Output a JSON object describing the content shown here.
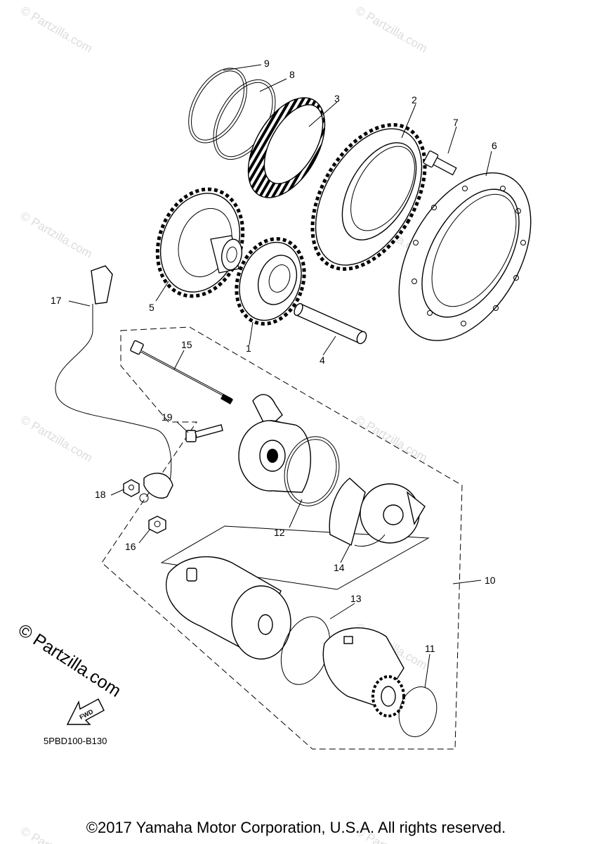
{
  "watermark": "© Partzilla.com",
  "brand_mark": "© Partzilla.com",
  "fwd_label": "FWD",
  "diagram_code": "5PBD100-B130",
  "copyright": "©2017 Yamaha Motor Corporation, U.S.A. All rights reserved.",
  "callouts": [
    "1",
    "2",
    "3",
    "4",
    "5",
    "6",
    "7",
    "8",
    "9",
    "10",
    "11",
    "12",
    "13",
    "14",
    "15",
    "16",
    "17",
    "18",
    "19"
  ],
  "colors": {
    "ink": "#000000",
    "watermark": "#dcdcdc",
    "background": "#ffffff"
  }
}
